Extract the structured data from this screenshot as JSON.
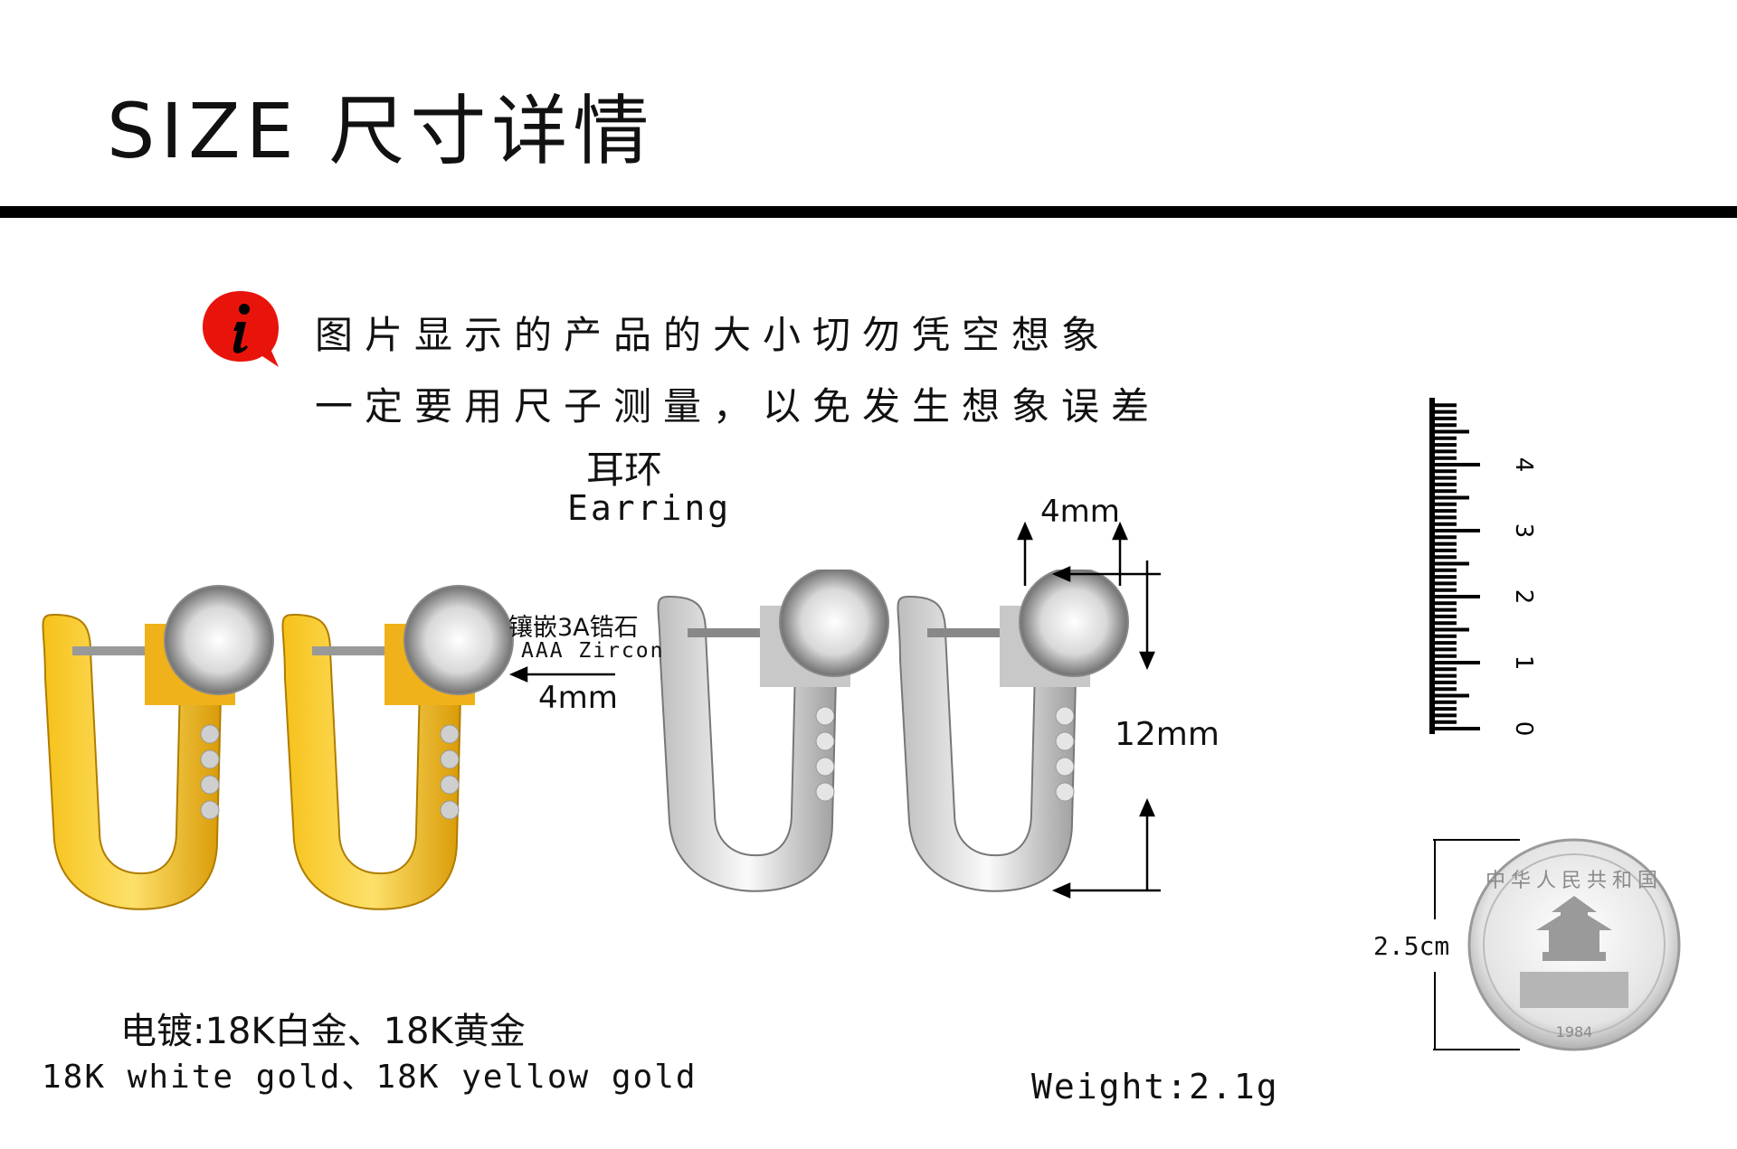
{
  "header": {
    "title": "SIZE 尺寸详情"
  },
  "notice": {
    "icon": "info-icon",
    "line1": "图片显示的产品的大小切勿凭空想象",
    "line2": "一定要用尺子测量，以免发生想象误差"
  },
  "product": {
    "name_cn": "耳环",
    "name_en": "Earring"
  },
  "annotations": {
    "zircon_cn": "镶嵌3A锆石",
    "zircon_en": "AAA Zircon",
    "stone_width": "4mm",
    "stone_height": "4mm",
    "earring_length": "12mm"
  },
  "plating": {
    "cn": "电镀:18K白金、18K黄金",
    "en": "18K white gold、18K yellow gold"
  },
  "weight": "Weight:2.1g",
  "ruler": {
    "labels": [
      "0",
      "1",
      "2",
      "3",
      "4"
    ]
  },
  "coin": {
    "label": "2.5cm",
    "inscription": "中华人民共和国",
    "year": "1984"
  },
  "colors": {
    "accent": "#e8140c",
    "gold": "#f2b20f",
    "silver": "#c9c9c9",
    "line": "#000000"
  }
}
